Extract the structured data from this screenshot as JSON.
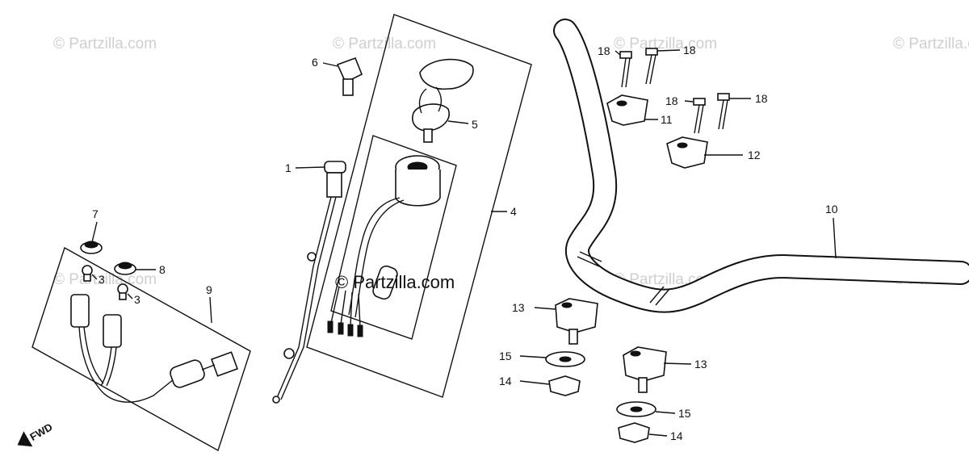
{
  "watermarks": {
    "tile": "© Partzilla.com",
    "center": "© Partzilla.com"
  },
  "fwd_label": "FWD",
  "callouts": {
    "c1": "1",
    "c3a": "3",
    "c3b": "3",
    "c4": "4",
    "c5": "5",
    "c6": "6",
    "c7": "7",
    "c8": "8",
    "c9": "9",
    "c10": "10",
    "c11": "11",
    "c12": "12",
    "c13a": "13",
    "c13b": "13",
    "c14a": "14",
    "c14b": "14",
    "c15a": "15",
    "c15b": "15",
    "c18a": "18",
    "c18b": "18",
    "c18c": "18",
    "c18d": "18"
  },
  "colors": {
    "ink": "#111111",
    "watermark": "#cfcfcf",
    "paper": "#ffffff"
  }
}
